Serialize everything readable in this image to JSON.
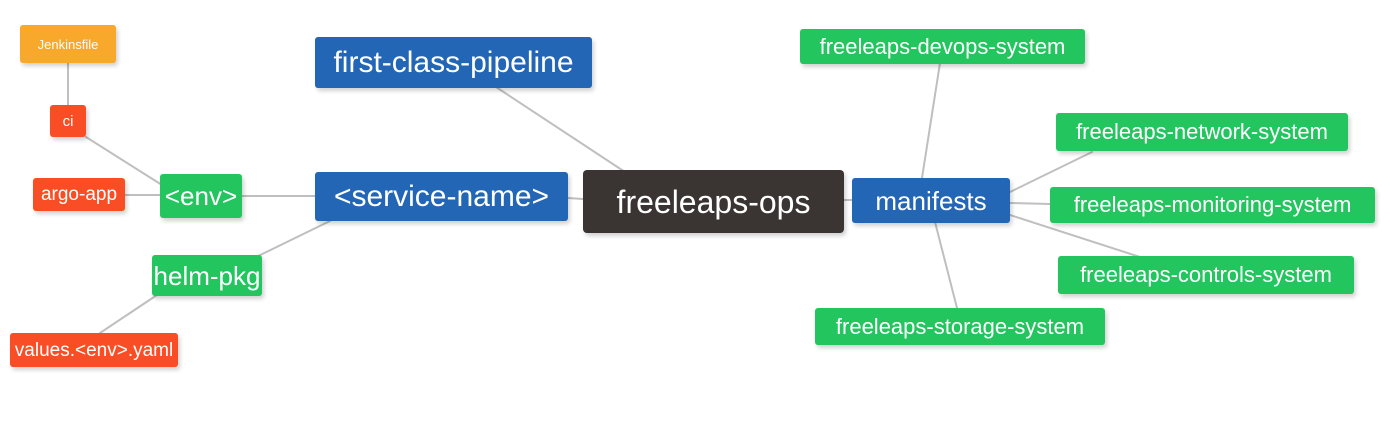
{
  "diagram": {
    "type": "mindmap",
    "title": "freeleaps-ops",
    "background": "#ffffff",
    "edge_color": "#bfbfbf",
    "palette": {
      "root": "#3a3533",
      "blue": "#2266b5",
      "green": "#22c55e",
      "orange": "#f8a82a",
      "red": "#f94e25",
      "text": "#ffffff"
    }
  },
  "nodes": {
    "root": {
      "label": "freeleaps-ops",
      "color": "#3a3533"
    },
    "first_class_pipeline": {
      "label": "first-class-pipeline",
      "color": "#2266b5"
    },
    "service_name": {
      "label": "<service-name>",
      "color": "#2266b5"
    },
    "manifests": {
      "label": "manifests",
      "color": "#2266b5"
    },
    "env": {
      "label": "<env>",
      "color": "#22c55e"
    },
    "helm_pkg": {
      "label": "helm-pkg",
      "color": "#22c55e"
    },
    "jenkinsfile": {
      "label": "Jenkinsfile",
      "color": "#f8a82a"
    },
    "ci": {
      "label": "ci",
      "color": "#f94e25"
    },
    "argo_app": {
      "label": "argo-app",
      "color": "#f94e25"
    },
    "values_yaml": {
      "label": "values.<env>.yaml",
      "color": "#f94e25"
    },
    "devops_system": {
      "label": "freeleaps-devops-system",
      "color": "#22c55e"
    },
    "network_system": {
      "label": "freeleaps-network-system",
      "color": "#22c55e"
    },
    "monitoring_system": {
      "label": "freeleaps-monitoring-system",
      "color": "#22c55e"
    },
    "controls_system": {
      "label": "freeleaps-controls-system",
      "color": "#22c55e"
    },
    "storage_system": {
      "label": "freeleaps-storage-system",
      "color": "#22c55e"
    }
  },
  "edges": [
    {
      "from": "root",
      "to": "first_class_pipeline"
    },
    {
      "from": "root",
      "to": "service_name"
    },
    {
      "from": "root",
      "to": "manifests"
    },
    {
      "from": "service_name",
      "to": "env"
    },
    {
      "from": "service_name",
      "to": "helm_pkg"
    },
    {
      "from": "env",
      "to": "ci"
    },
    {
      "from": "env",
      "to": "argo_app"
    },
    {
      "from": "ci",
      "to": "jenkinsfile"
    },
    {
      "from": "helm_pkg",
      "to": "values_yaml"
    },
    {
      "from": "manifests",
      "to": "devops_system"
    },
    {
      "from": "manifests",
      "to": "network_system"
    },
    {
      "from": "manifests",
      "to": "monitoring_system"
    },
    {
      "from": "manifests",
      "to": "controls_system"
    },
    {
      "from": "manifests",
      "to": "storage_system"
    }
  ]
}
